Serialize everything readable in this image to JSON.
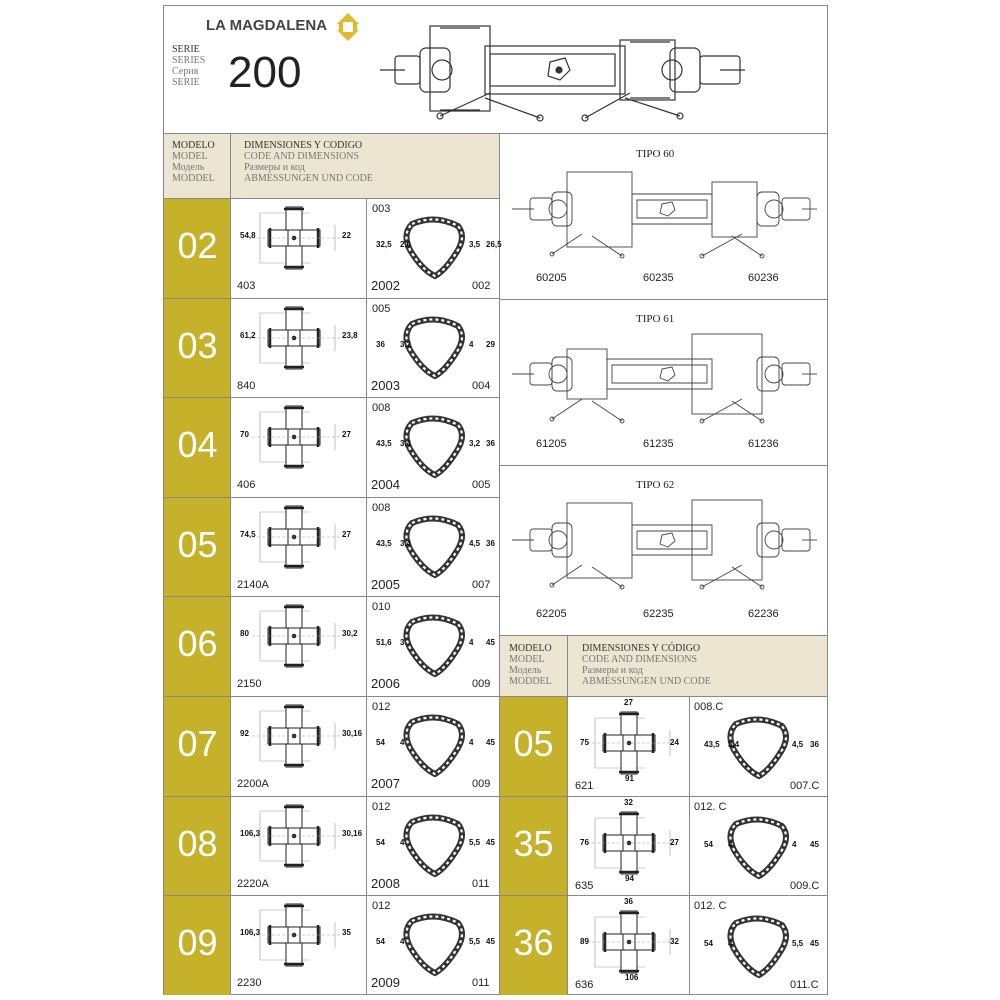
{
  "header": {
    "brand": "LA MAGDALENA",
    "serie_labels": [
      "SERIE",
      "SERIES",
      "Серия",
      "SERIE"
    ],
    "series_number": "200"
  },
  "table_header": {
    "model_labels": [
      "MODELO",
      "MODEL",
      "Модель",
      "MODDEL"
    ],
    "dim_labels": [
      "DIMENSIONES Y CODIGO",
      "CODE AND DIMENSIONS",
      "Размеры и код",
      "ABMESSUNGEN UND CODE"
    ]
  },
  "table_header_right": {
    "model_labels": [
      "MODELO",
      "MODEL",
      "Модель",
      "MODDEL"
    ],
    "dim_labels": [
      "DIMENSIONES Y CÓDIGO",
      "CODE AND DIMENSIONS",
      "Размеры и код",
      "ABMESSUNGEN UND CODE"
    ]
  },
  "left_rows": [
    {
      "model": "02",
      "cross_code": "403",
      "cross_left": "54,8",
      "cross_right": "22",
      "tube_top": "003",
      "tube_code": "2002",
      "tube_end": "002",
      "t1": "32,5",
      "t2": "2,6",
      "t3": "3,5",
      "t4": "26,5"
    },
    {
      "model": "03",
      "cross_code": "840",
      "cross_left": "61,2",
      "cross_right": "23,8",
      "tube_top": "005",
      "tube_code": "2003",
      "tube_end": "004",
      "t1": "36",
      "t2": "3,2",
      "t3": "4",
      "t4": "29"
    },
    {
      "model": "04",
      "cross_code": "406",
      "cross_left": "70",
      "cross_right": "27",
      "tube_top": "008",
      "tube_code": "2004",
      "tube_end": "005",
      "t1": "43,5",
      "t2": "3,4",
      "t3": "3,2",
      "t4": "36"
    },
    {
      "model": "05",
      "cross_code": "2140A",
      "cross_left": "74,5",
      "cross_right": "27",
      "tube_top": "008",
      "tube_code": "2005",
      "tube_end": "007",
      "t1": "43,5",
      "t2": "3,4",
      "t3": "4,5",
      "t4": "36"
    },
    {
      "model": "06",
      "cross_code": "2150",
      "cross_left": "80",
      "cross_right": "30,2",
      "tube_top": "010",
      "tube_code": "2006",
      "tube_end": "009",
      "t1": "51,6",
      "t2": "3",
      "t3": "4",
      "t4": "45"
    },
    {
      "model": "07",
      "cross_code": "2200A",
      "cross_left": "92",
      "cross_right": "30,16",
      "tube_top": "012",
      "tube_code": "2007",
      "tube_end": "009",
      "t1": "54",
      "t2": "4",
      "t3": "4",
      "t4": "45"
    },
    {
      "model": "08",
      "cross_code": "2220A",
      "cross_left": "106,3",
      "cross_right": "30,16",
      "tube_top": "012",
      "tube_code": "2008",
      "tube_end": "011",
      "t1": "54",
      "t2": "4",
      "t3": "5,5",
      "t4": "45"
    },
    {
      "model": "09",
      "cross_code": "2230",
      "cross_left": "106,3",
      "cross_right": "35",
      "tube_top": "012",
      "tube_code": "2009",
      "tube_end": "011",
      "t1": "54",
      "t2": "4",
      "t3": "5,5",
      "t4": "45"
    }
  ],
  "tipos": [
    {
      "label": "TIPO 60",
      "codes": [
        "60205",
        "60235",
        "60236"
      ]
    },
    {
      "label": "TIPO 61",
      "codes": [
        "61205",
        "61235",
        "61236"
      ]
    },
    {
      "label": "TIPO 62",
      "codes": [
        "62205",
        "62235",
        "62236"
      ]
    }
  ],
  "right_rows": [
    {
      "model": "05",
      "cross_code": "621",
      "top": "27",
      "left": "75",
      "right": "24",
      "bottom": "91",
      "tube_top": "008.C",
      "tube_end": "007.C",
      "t1": "43,5",
      "t2": "3,4",
      "t3": "4,5",
      "t4": "36"
    },
    {
      "model": "35",
      "cross_code": "635",
      "top": "32",
      "left": "76",
      "right": "27",
      "bottom": "94",
      "tube_top": "012. C",
      "tube_end": "009.C",
      "t1": "54",
      "t2": "4",
      "t3": "4",
      "t4": "45"
    },
    {
      "model": "36",
      "cross_code": "636",
      "top": "36",
      "left": "89",
      "right": "32",
      "bottom": "106",
      "tube_top": "012. C",
      "tube_end": "011.C",
      "t1": "54",
      "t2": "4",
      "t3": "5,5",
      "t4": "45"
    }
  ],
  "colors": {
    "gold": "#c5b22a",
    "header_bg": "#ece5d2",
    "border": "#888888"
  }
}
